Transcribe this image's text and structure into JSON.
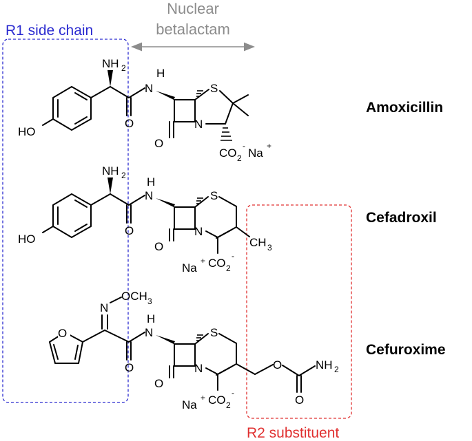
{
  "figure": {
    "regions": {
      "r1_label": "R1 side chain",
      "nucleus_line1": "Nuclear",
      "nucleus_line2": "betalactam",
      "r2_label": "R2 substituent"
    },
    "drugs": [
      "Amoxicillin",
      "Cefadroxil",
      "Cefuroxime"
    ],
    "atoms": {
      "nh2": "NH",
      "sub2": "2",
      "nh_h": "H",
      "nh_n": "N",
      "n": "N",
      "s": "S",
      "o": "O",
      "ho": "HO",
      "co2": "CO",
      "na": "Na",
      "plus": "+",
      "minus": "-",
      "ch3": "CH",
      "sub3": "3",
      "och3": "OCH",
      "nh2_r2": "NH"
    },
    "colors": {
      "r1": "#2a2ad0",
      "nucleus": "#8c8c8c",
      "r2": "#e03030",
      "structure": "#000000"
    }
  }
}
